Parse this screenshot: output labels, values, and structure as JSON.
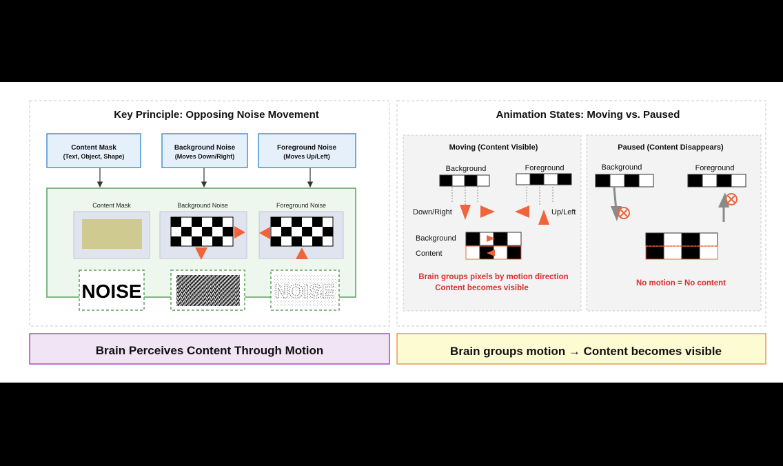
{
  "left_panel": {
    "title": "Key Principle: Opposing Noise Movement",
    "boxes": [
      {
        "title": "Content Mask",
        "subtitle": "(Text, Object, Shape)"
      },
      {
        "title": "Background Noise",
        "subtitle": "(Moves Down/Right)"
      },
      {
        "title": "Foreground Noise",
        "subtitle": "(Moves Up/Left)"
      }
    ],
    "tile_labels": [
      "Content Mask",
      "Background Noise",
      "Foreground Noise"
    ],
    "noise_text_1": "NOISE",
    "noise_text_2": "NOISE",
    "bottom_banner": "Brain Perceives Content Through Motion"
  },
  "right_panel": {
    "title": "Animation States: Moving vs. Paused",
    "moving": {
      "title": "Moving (Content Visible)",
      "background_label": "Background",
      "foreground_label": "Foreground",
      "down_right": "Down/Right",
      "up_left": "Up/Left",
      "row_background": "Background",
      "row_content": "Content",
      "caption_1": "Brain groups pixels by motion direction",
      "caption_2": "Content becomes visible"
    },
    "paused": {
      "title": "Paused (Content Disappears)",
      "background_label": "Background",
      "foreground_label": "Foreground",
      "caption": "No motion = No content"
    },
    "bottom_banner": "Brain groups motion → Content becomes visible"
  },
  "colors": {
    "accent_orange": "#f0643c",
    "caption_red": "#d93030",
    "box_blue_border": "#4a90d9",
    "box_blue_fill": "#e6f0fb",
    "green": "#5aa05a",
    "purple_fill": "#f1e4f5",
    "purple_border": "#a54fc0",
    "yellow_fill": "#fdfbd2",
    "yellow_border": "#e89a5a"
  }
}
